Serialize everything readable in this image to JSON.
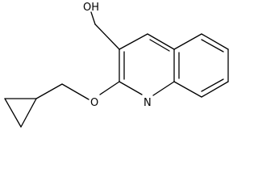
{
  "molecule": {
    "atom_labels": {
      "hydroxyl": "OH",
      "ether_oxygen": "O",
      "ring_nitrogen": "N"
    }
  }
}
